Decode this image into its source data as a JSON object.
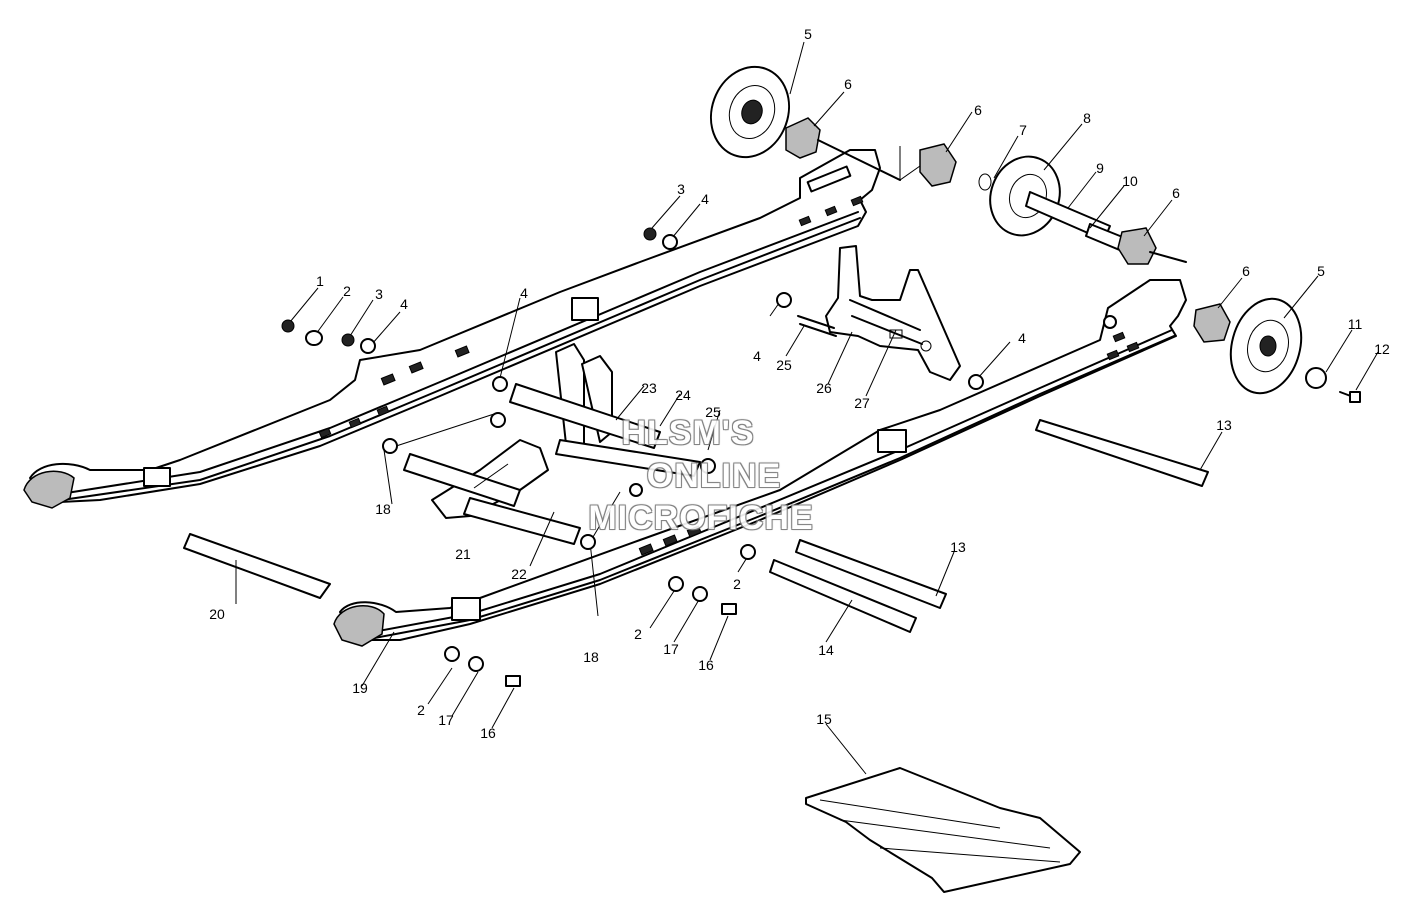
{
  "callouts": [
    {
      "id": "c1",
      "text": "1"
    },
    {
      "id": "c2a",
      "text": "2"
    },
    {
      "id": "c3a",
      "text": "3"
    },
    {
      "id": "c4a",
      "text": "4"
    },
    {
      "id": "c3b",
      "text": "3"
    },
    {
      "id": "c4b",
      "text": "4"
    },
    {
      "id": "c4c",
      "text": "4"
    },
    {
      "id": "c4d",
      "text": "4"
    },
    {
      "id": "c4e",
      "text": "4"
    },
    {
      "id": "c5a",
      "text": "5"
    },
    {
      "id": "c6a",
      "text": "6"
    },
    {
      "id": "c6b",
      "text": "6"
    },
    {
      "id": "c7",
      "text": "7"
    },
    {
      "id": "c8",
      "text": "8"
    },
    {
      "id": "c9",
      "text": "9"
    },
    {
      "id": "c10",
      "text": "10"
    },
    {
      "id": "c6c",
      "text": "6"
    },
    {
      "id": "c6d",
      "text": "6"
    },
    {
      "id": "c5b",
      "text": "5"
    },
    {
      "id": "c11",
      "text": "11"
    },
    {
      "id": "c12",
      "text": "12"
    },
    {
      "id": "c13a",
      "text": "13"
    },
    {
      "id": "c13b",
      "text": "13"
    },
    {
      "id": "c14",
      "text": "14"
    },
    {
      "id": "c15",
      "text": "15"
    },
    {
      "id": "c16a",
      "text": "16"
    },
    {
      "id": "c16b",
      "text": "16"
    },
    {
      "id": "c17a",
      "text": "17"
    },
    {
      "id": "c17b",
      "text": "17"
    },
    {
      "id": "c2b",
      "text": "2"
    },
    {
      "id": "c2c",
      "text": "2"
    },
    {
      "id": "c2d",
      "text": "2"
    },
    {
      "id": "c18a",
      "text": "18"
    },
    {
      "id": "c18b",
      "text": "18"
    },
    {
      "id": "c19",
      "text": "19"
    },
    {
      "id": "c20",
      "text": "20"
    },
    {
      "id": "c21",
      "text": "21"
    },
    {
      "id": "c22",
      "text": "22"
    },
    {
      "id": "c23",
      "text": "23"
    },
    {
      "id": "c24",
      "text": "24"
    },
    {
      "id": "c25a",
      "text": "25"
    },
    {
      "id": "c25b",
      "text": "25"
    },
    {
      "id": "c26",
      "text": "26"
    },
    {
      "id": "c27",
      "text": "27"
    }
  ],
  "watermark": {
    "line1": "HLSM'S",
    "line2": "ONLINE",
    "line3": "MICROFICHE"
  }
}
